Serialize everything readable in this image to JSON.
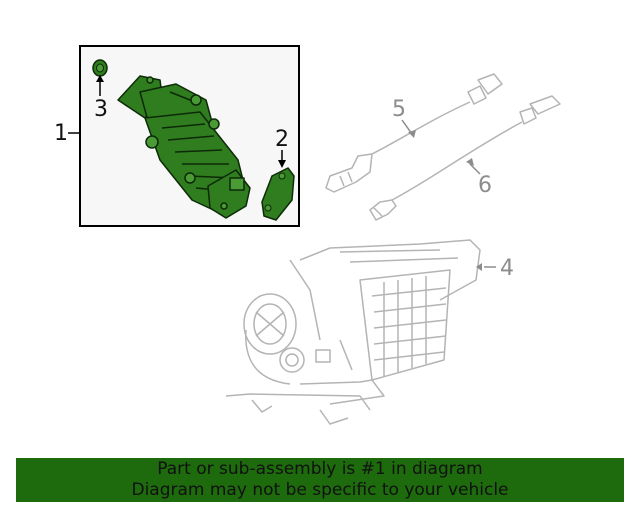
{
  "callouts": {
    "c1": "1",
    "c2": "2",
    "c3": "3",
    "c4": "4",
    "c5": "5",
    "c6": "6"
  },
  "banner": {
    "line1": "Part or sub-assembly is #1 in diagram",
    "line2": "Diagram may not be specific to your vehicle"
  },
  "colors": {
    "highlight_fill": "#2f7d1f",
    "highlight_stroke": "#0d2a08",
    "other_parts": "#b4b4b4",
    "banner_bg": "#1d6b0c"
  }
}
